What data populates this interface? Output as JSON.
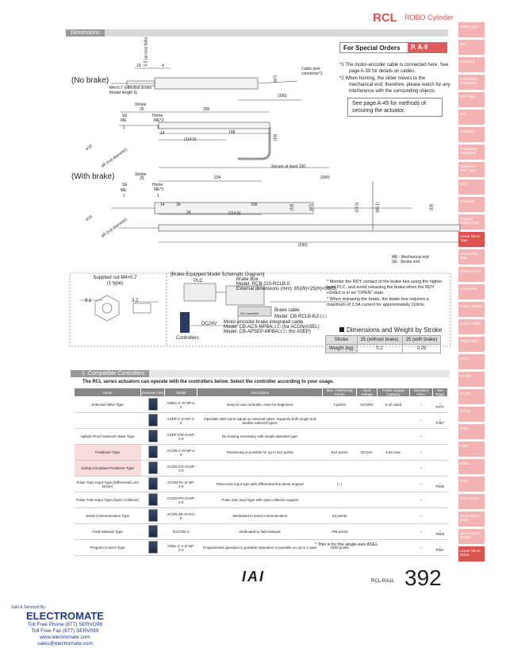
{
  "header": {
    "series": "RCL",
    "subtitle": "ROBO Cylinder",
    "section": "Dimensions"
  },
  "nav": [
    {
      "label": "Slider Type",
      "active": false
    },
    {
      "label": "Mini",
      "active": false
    },
    {
      "label": "Standard",
      "active": false
    },
    {
      "label": "Controllers Integrated",
      "active": false
    },
    {
      "label": "Rod Type",
      "active": false
    },
    {
      "label": "Mini",
      "active": false
    },
    {
      "label": "Standard",
      "active": false
    },
    {
      "label": "Controllers Integrated",
      "active": false
    },
    {
      "label": "Table/Arm /Flat Type",
      "active": false
    },
    {
      "label": "Mini",
      "active": false
    },
    {
      "label": "Standard",
      "active": false
    },
    {
      "label": "Gripper/ Rotary Type",
      "active": false
    },
    {
      "label": "Linear Servo Type",
      "active": true
    },
    {
      "label": "Cleanroom Type",
      "active": false
    },
    {
      "label": "Splash-Proof",
      "active": false
    },
    {
      "label": "Controllers",
      "active": false
    },
    {
      "label": "PMEC /AMEC",
      "active": false
    },
    {
      "label": "PSEP /ASEP",
      "active": false
    },
    {
      "label": "ROBO NET",
      "active": false
    },
    {
      "label": "ERC2",
      "active": false
    },
    {
      "label": "PCON",
      "active": false
    },
    {
      "label": "ACON",
      "active": false
    },
    {
      "label": "SCON",
      "active": false
    },
    {
      "label": "PSEL",
      "active": false
    },
    {
      "label": "ASEL",
      "active": false
    },
    {
      "label": "SSEL",
      "active": false
    },
    {
      "label": "XSEL",
      "active": false
    },
    {
      "label": "Pulse Motor",
      "active": false
    },
    {
      "label": "Servo Motor (24V)",
      "active": false
    },
    {
      "label": "Servo Motor (230V)",
      "active": false
    },
    {
      "label": "Linear Servo Motor",
      "active": true
    }
  ],
  "special": {
    "label": "For Special Orders",
    "page": "P. A-9"
  },
  "notes": [
    "*1  The motor-encoder cable is connected here. See page A-39 for details on cables.",
    "*2  When homing, the slider moves to the mechanical end; therefore, please watch for any interference with the surrounding objects."
  ],
  "ref": "See page A-45 for methods of securing the actuator.",
  "drawing": {
    "no_brake": "(No brake)",
    "with_brake": "(With brake)",
    "labels": {
      "across_flats": "5.5 (across flats)",
      "d10": "10",
      "d4": "4",
      "thread": "M4×0.7 (effective screw thread length 6)",
      "cable_joint": "Cable joint connector*1",
      "d300": "(300)",
      "d7": "(ø7)",
      "stroke": "Stroke",
      "d25": "25",
      "d200": "200",
      "se": "SE",
      "me": "ME",
      "home": "Home",
      "me2": "ME*2",
      "d1a": "1",
      "d1b": "1",
      "d14": "14",
      "d198": "198",
      "d1145": "(114.5)",
      "d18": "(18)",
      "rod": "ø8 (rod diameter)",
      "d18dia": "ø18",
      "secure": "Secure at least 100",
      "d234": "234",
      "d38": "38",
      "d34": "34",
      "d1145b": "(114.5)",
      "d300b": "(300)",
      "d135": "(13.5)",
      "d7b": "(ø7)",
      "d5": "(ø5.1)",
      "d18b": "(18)",
      "d630": "(630)",
      "legend_me": "ME : Mechanical end",
      "legend_se": "SE : Stroke end"
    }
  },
  "schematic": {
    "title": "[Brake-Equipped Model Schematic Diagram]",
    "supplied": "Supplied nut M4×0.7 (1 type)",
    "d81": "8.1",
    "d32": "3.2",
    "plc": "PLC",
    "brake_box": "Brake Box",
    "model": "Model: RCB-110-RCLB-0",
    "ext": "External dimensions (mm): 65(W)×25(H)×56(D)",
    "brake_cable": "Brake cable",
    "brake_model": "Model: CB-RCLB-BJ□□□",
    "integrated": "Motor-encoder-brake integrated cable",
    "int_model1": "Model: CB-ACS-MPBA□□□ (for ACON/ASEL)",
    "int_model2": "Model: CB-APSEP-MPBA□□□ (for ASEP)",
    "dc24v": "DC24V",
    "controllers": "Controllers",
    "iai_controller": "IAI Controller",
    "note1": "* Monitor the RDY contact of the brake box using the higher-level PLC, and avoid releasing the brake when the RDY contact is in an \"OPEN\" state.",
    "note2": "* When releasing the brake, the brake box requires a maximum of 2.5A current for approximately 110ms."
  },
  "weight": {
    "title": "Dimensions and Weight by Stroke",
    "headers": [
      "Stroke",
      "25 (without brake)",
      "25 (with brake)"
    ],
    "row_label": "Weight (kg)",
    "values": [
      "0.2",
      "0.25"
    ]
  },
  "compat": {
    "title": "Compatible Controllers",
    "num": "1",
    "intro": "The RCL series actuators can operate with the controllers below. Select the controller according to your usage.",
    "headers": [
      "Name",
      "External View",
      "Model",
      "Description",
      "Max. Positioning Points",
      "Input Voltage",
      "Power Supply Capacity",
      "Standard Price",
      "See Page"
    ],
    "rows": [
      {
        "name": "Solenoid Valve Type",
        "model": "AMEC-C-2I-NP-2-1",
        "desc": "Easy-to-use controller, even for beginners",
        "pts": "3 points",
        "volt": "AC100V",
        "cap": "2.4A rated",
        "price": "–",
        "page": "→ P477"
      },
      {
        "name": "",
        "model": "ASEP-C-2I-NP-2-0",
        "desc": "Operable with same signal as solenoid valve. Supports both single and double solenoid types.",
        "pts": "",
        "volt": "",
        "cap": "",
        "price": "–",
        "page": "→ P487"
      },
      {
        "name": "Splash-Proof Solenoid Valve Type",
        "model": "ASEP-CW-2I-NP-2-0",
        "desc": "No homing necessary with simple absolute type.",
        "pts": "",
        "volt": "",
        "cap": "",
        "price": "–",
        "page": ""
      },
      {
        "name": "Positioner Type",
        "model": "ACON-C-2I-NP-2-0",
        "desc": "Positioning is possible for up to 512 points",
        "pts": "512 points",
        "volt": "DC24V",
        "cap": "4.6A max.",
        "price": "–",
        "page": ""
      },
      {
        "name": "Safety-Compliant Positioner Type",
        "model": "ACON-CG-2I-NP-2-0",
        "desc": "",
        "pts": "",
        "volt": "",
        "cap": "",
        "price": "–",
        "page": ""
      },
      {
        "name": "Pulse Train Input Type (Differential Line Driver)",
        "model": "ACON-PL-2I-NP-2-0",
        "desc": "Pulse train input type with differential line driver support",
        "pts": "(−)",
        "volt": "",
        "cap": "",
        "price": "–",
        "page": "→ P535"
      },
      {
        "name": "Pulse Train Input Type (Open Collector)",
        "model": "ACON-PO-2I-NP-2-0",
        "desc": "Pulse train input type with open collector support",
        "pts": "",
        "volt": "",
        "cap": "",
        "price": "–",
        "page": ""
      },
      {
        "name": "Serial Communication Type",
        "model": "ACON-SE-2I-N-0-0",
        "desc": "Dedicated to serial communication",
        "pts": "64 points",
        "volt": "",
        "cap": "",
        "price": "–",
        "page": ""
      },
      {
        "name": "Field Network Type",
        "model": "RACON-2",
        "desc": "Dedicated to field network",
        "pts": "768 points",
        "volt": "",
        "cap": "",
        "price": "–",
        "page": "→ P503"
      },
      {
        "name": "Program Control Type",
        "model": "ASEL-C-1-2I-NP-2-0",
        "desc": "Programmed operation is possible Operation is possible on up to 2 axes",
        "pts": "1500 points",
        "volt": "",
        "cap": "",
        "price": "–",
        "page": "→ P567"
      }
    ],
    "foot": "* This is for the single-axis ASEL."
  },
  "footer": {
    "brand": "IAI",
    "model": "RCL-RA1L",
    "page": "392",
    "sold": "Sold & Serviced By:",
    "dist": "ELECTROMATE",
    "lines": [
      "Toll Free Phone (877) SERVO98",
      "Toll Free Fax (877) SERV099",
      "www.electromate.com",
      "sales@electromate.com"
    ]
  },
  "colors": {
    "accent": "#d9534f",
    "nav": "#f4b3b3",
    "bar": "#9a9a9a"
  }
}
